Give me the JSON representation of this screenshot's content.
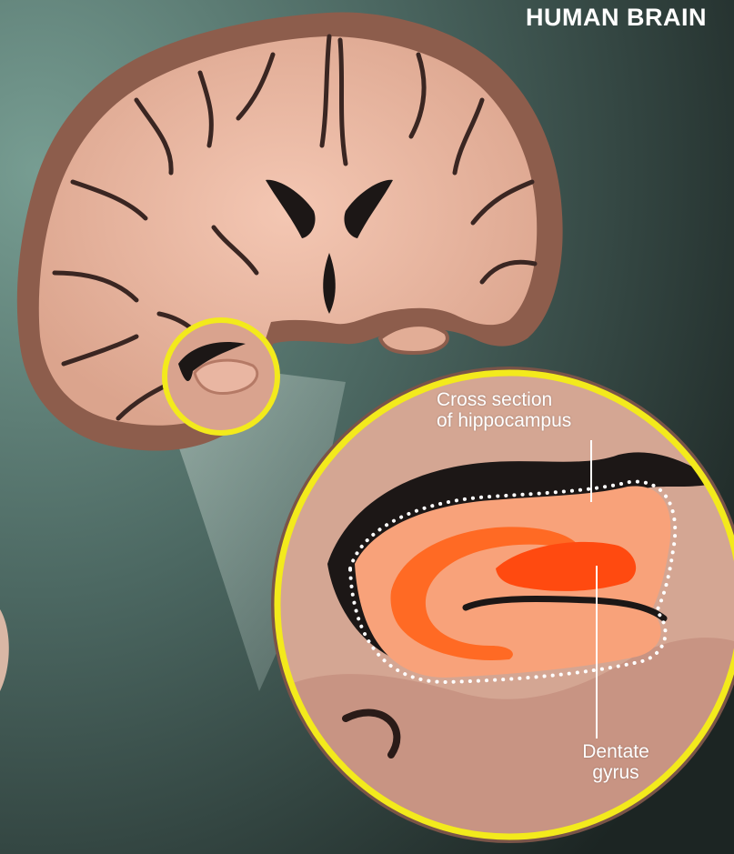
{
  "figure": {
    "title": "HUMAN BRAIN",
    "labels": {
      "cross_section_line1": "Cross section",
      "cross_section_line2": "of hippocampus",
      "dentate_line1": "Dentate",
      "dentate_line2": "gyrus"
    }
  },
  "colors": {
    "background_light": "#6f958a",
    "background_dark": "#1f2a28",
    "brain_grey_matter": "#8a5e4e",
    "brain_white_matter": "#e8b39e",
    "highlight_ring": "#f3ea1c",
    "hippocampus_fill": "#f8a27a",
    "dentate_band": "#ff5a1a",
    "ventricle": "#1c1716"
  }
}
